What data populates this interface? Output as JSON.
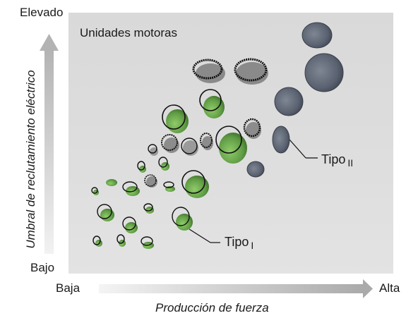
{
  "axes": {
    "y_title": "Umbral de reclutamiento eléctrico",
    "y_high": "Elevado",
    "y_low": "Bajo",
    "x_title": "Producción de fuerza",
    "x_low": "Baja",
    "x_high": "Alta"
  },
  "panel_title": "Unidades motoras",
  "labels": {
    "type_one": {
      "word": "Tipo",
      "numeral": "I"
    },
    "type_two": {
      "word": "Tipo",
      "numeral": "II"
    }
  },
  "colors": {
    "type_one_fill": "#6fa04f",
    "type_two_fill": "#5e6572",
    "arrow": "#bdbdbd",
    "background": "#dcdcdc"
  }
}
